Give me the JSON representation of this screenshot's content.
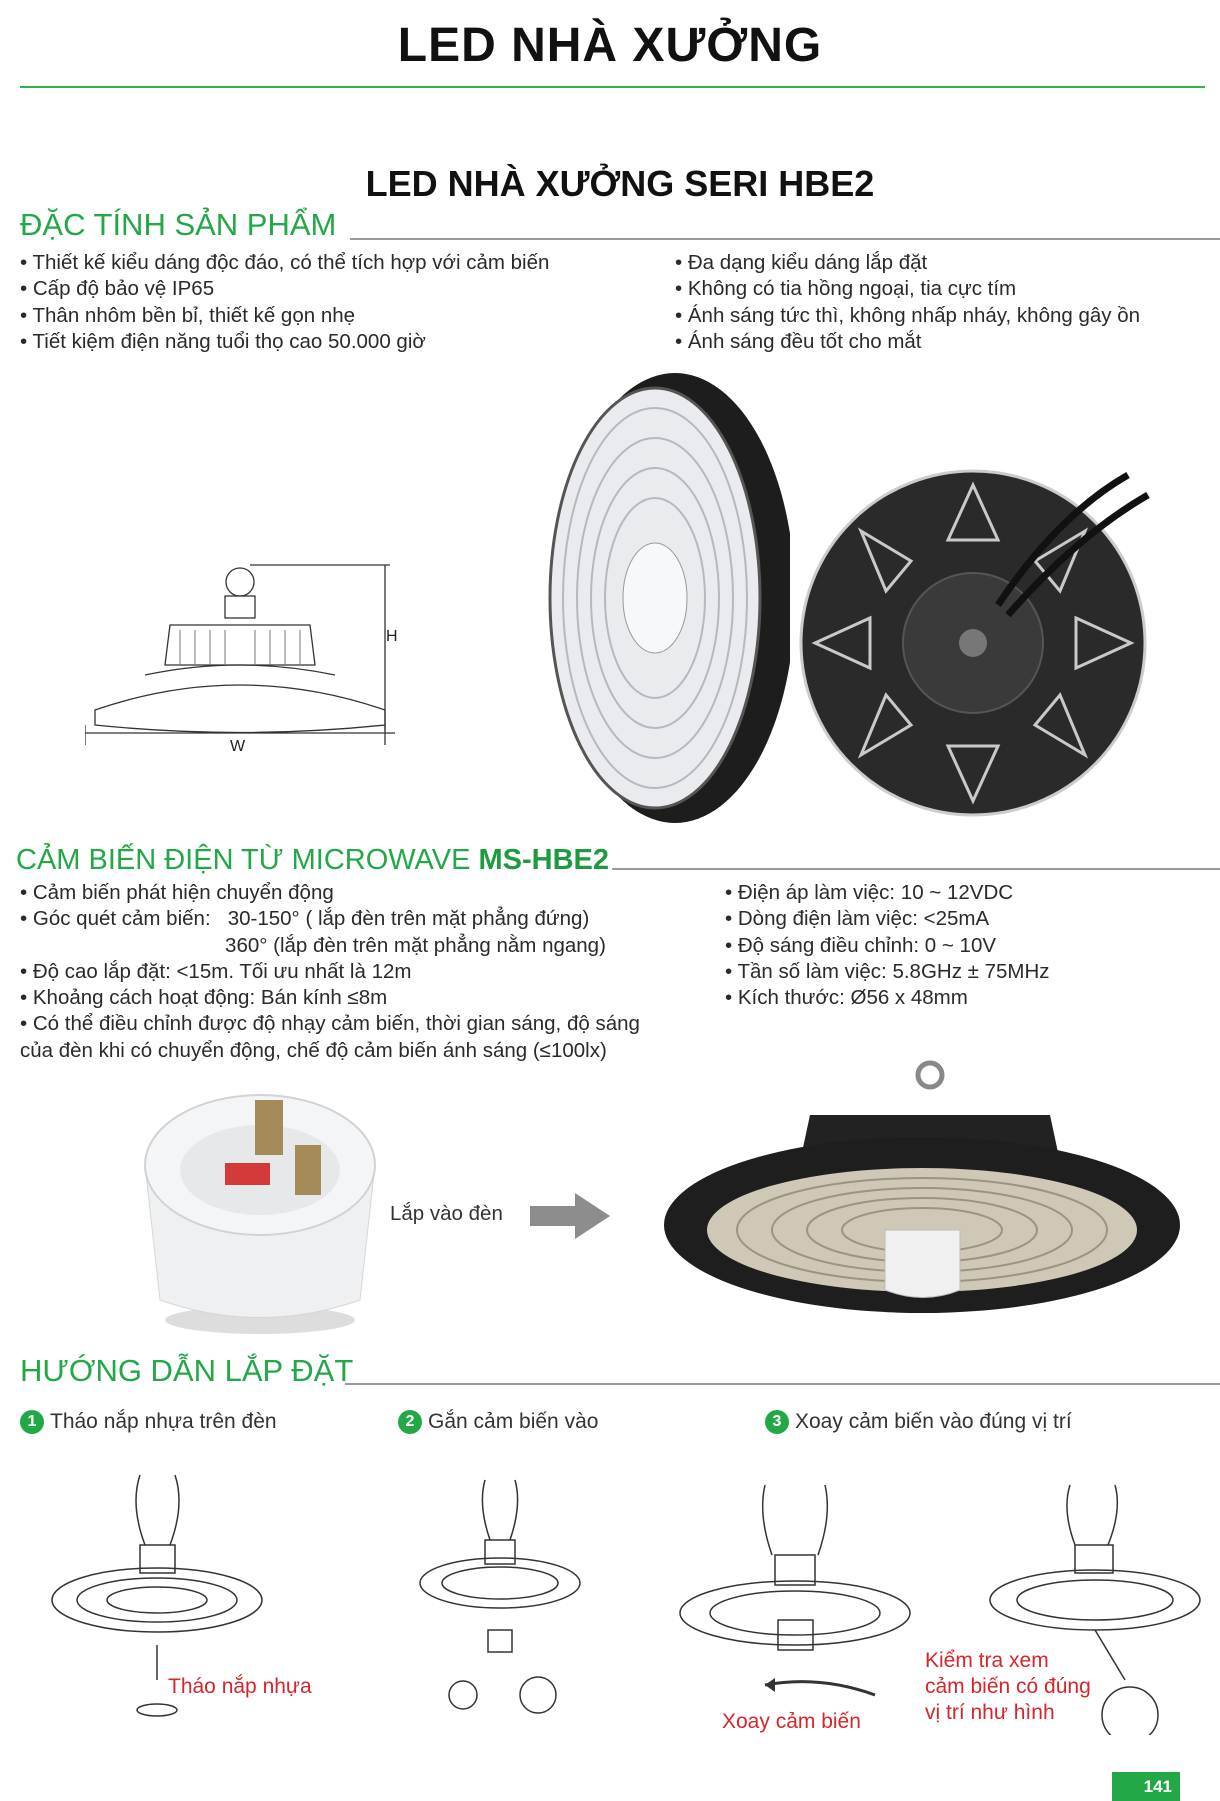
{
  "header": {
    "title": "LED NHÀ XƯỞNG",
    "subtitle": "LED NHÀ XƯỞNG SERI HBE2"
  },
  "features": {
    "heading": "ĐẶC TÍNH SẢN PHẨM",
    "left": [
      "• Thiết kế kiểu dáng độc đáo, có thể tích hợp với cảm biến",
      "• Cấp độ bảo vệ IP65",
      "• Thân nhôm bền bỉ, thiết kế gọn nhẹ",
      "• Tiết kiệm điện năng tuổi thọ cao 50.000 giờ"
    ],
    "right": [
      "• Đa dạng kiểu dáng lắp đặt",
      "• Không có tia hồng ngoại, tia cực tím",
      "• Ánh sáng tức thì, không nhấp nháy, không gây ồn",
      "• Ánh sáng đều tốt cho mắt"
    ],
    "dim_h": "H",
    "dim_w": "W"
  },
  "sensor": {
    "heading": "CẢM BIẾN ĐIỆN TỪ MICROWAVE ",
    "heading_model": "MS-HBE2",
    "left": [
      "• Cảm biến phát hiện chuyển động",
      "• Góc quét cảm biến:   30-150° ( lắp đèn trên mặt phẳng đứng)",
      "                                    360° (lắp đèn trên mặt phẳng nằm ngang)",
      "• Độ cao lắp đặt: <15m. Tối ưu nhất là 12m",
      "• Khoảng cách hoạt động: Bán kính ≤8m",
      "• Có thể điều chỉnh được độ nhạy cảm biến, thời gian sáng, độ sáng",
      "của đèn khi có chuyển động, chế độ cảm biến ánh sáng (≤100lx)"
    ],
    "right": [
      "• Điện áp làm việc: 10 ~ 12VDC",
      "• Dòng điện làm việc: <25mA",
      "• Độ sáng điều chỉnh: 0 ~ 10V",
      "• Tần số làm việc: 5.8GHz ± 75MHz",
      "• Kích thước: Ø56 x 48mm"
    ],
    "mount_label": "Lắp vào đèn"
  },
  "install": {
    "heading": "HƯỚNG DẪN LẮP ĐẶT",
    "steps": [
      {
        "num": "1",
        "label": "Tháo nắp nhựa trên đèn"
      },
      {
        "num": "2",
        "label": "Gắn cảm biến vào"
      },
      {
        "num": "3",
        "label": "Xoay cảm biến vào đúng vị trí"
      }
    ],
    "note_remove": "Tháo nắp nhựa",
    "note_rotate": "Xoay cảm biến",
    "note_check": [
      "Kiểm tra xem",
      "cảm biến có đúng",
      "vị trí như hình"
    ]
  },
  "footer": {
    "page": "141"
  },
  "colors": {
    "accent": "#22a846",
    "note": "#d6262b"
  }
}
